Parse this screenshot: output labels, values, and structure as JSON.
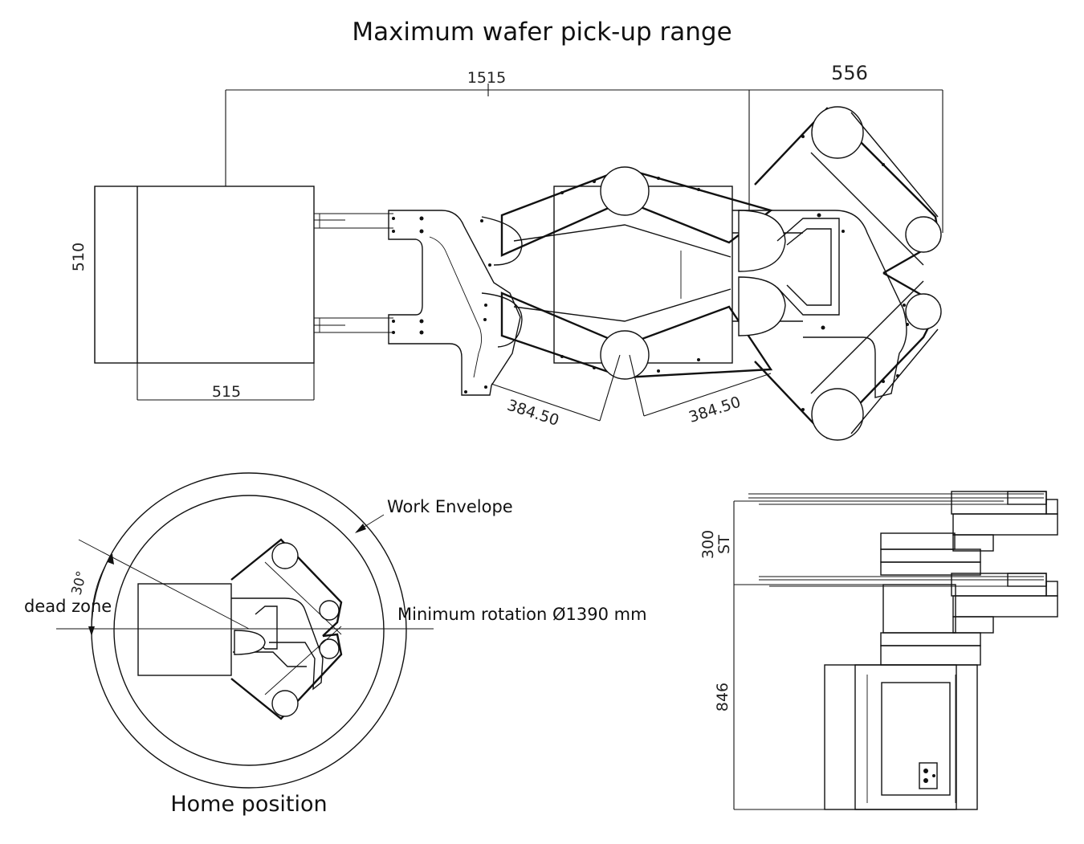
{
  "title": "Maximum wafer pick-up range",
  "top_view": {
    "dim_total_width": "1515",
    "dim_extension": "556",
    "dim_height": "510",
    "dim_base_width": "515",
    "dim_arm_left": "384.50",
    "dim_arm_right": "384.50"
  },
  "home_view": {
    "caption": "Home position",
    "work_envelope": "Work Envelope",
    "dead_zone": "dead zone",
    "angle": "30°",
    "min_rotation": "Minimum rotation Ø1390 mm"
  },
  "side_view": {
    "dim_stroke_value": "300",
    "dim_stroke_unit": "ST",
    "dim_height": "846"
  }
}
